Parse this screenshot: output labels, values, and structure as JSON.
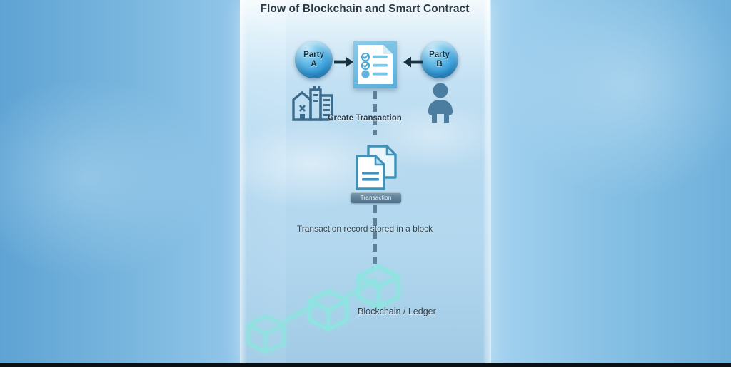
{
  "diagram": {
    "title": "Flow of Blockchain and Smart Contract",
    "parties": [
      {
        "name": "party-a",
        "line1": "Party",
        "line2": "A",
        "actor_icon": "factory-icon"
      },
      {
        "name": "party-b",
        "line1": "Party",
        "line2": "B",
        "actor_icon": "person-icon"
      }
    ],
    "nodes": {
      "contract": {
        "icon": "smart-contract-checklist-icon",
        "checkitems": 3,
        "checked": 2
      },
      "transaction": {
        "icon": "stacked-documents-icon",
        "chip_label": "Transaction"
      },
      "blockchain": {
        "icon": "cube-chain-icon",
        "cube_count": 3
      }
    },
    "labels": {
      "create_transaction": "Create Transaction",
      "stored_in_block": "Transaction record stored in a block",
      "blockchain_ledger": "Blockchain / Ledger"
    },
    "colors": {
      "background_blue": "#7fbbe3",
      "panel_frost": "#dceff9",
      "sphere_blue": "#3ba3de",
      "contract_blue": "#6fbbe2",
      "cube_cyan": "#8fe3e0",
      "arrow_navy": "#17313f",
      "text_dark": "#2b3b46",
      "chip_slate": "#63829a"
    }
  }
}
